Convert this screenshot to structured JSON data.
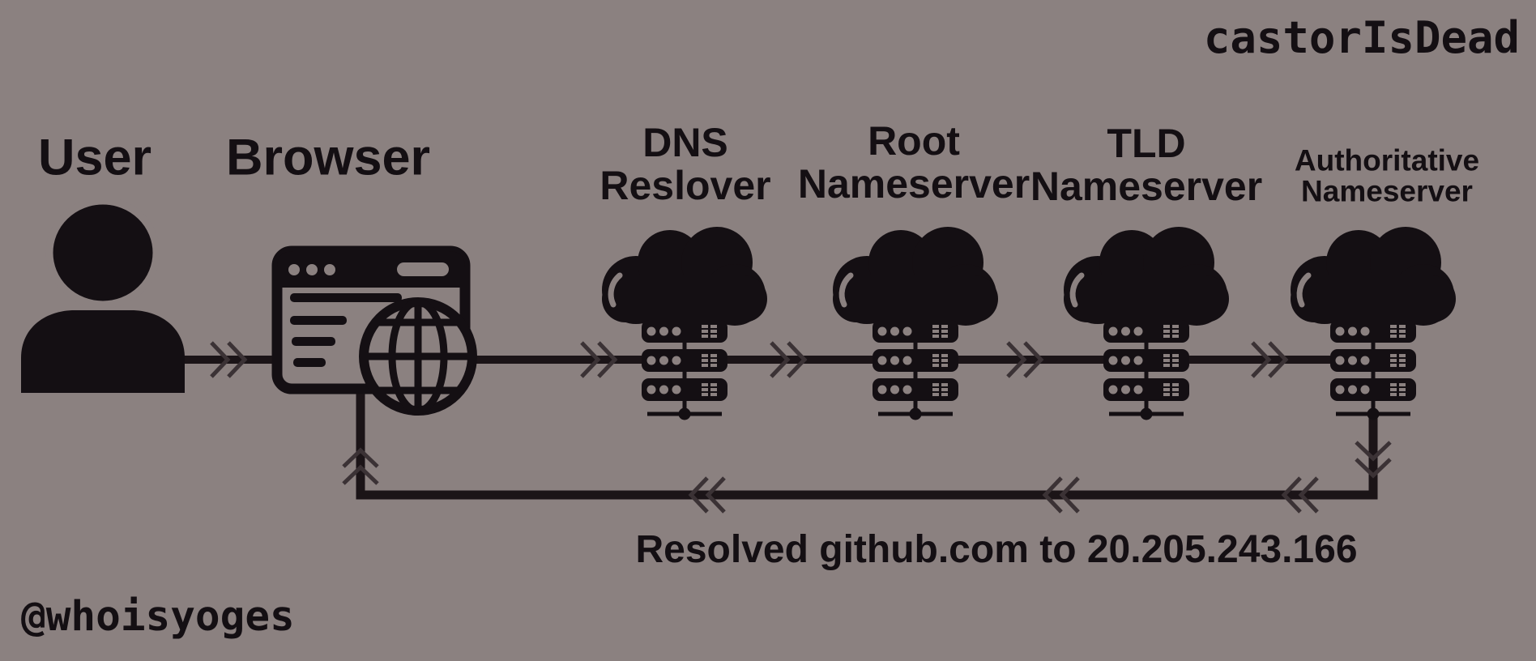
{
  "watermarks": {
    "top_right": "castorIsDead",
    "bottom_left": "@whoisyoges"
  },
  "actors": {
    "user": "User",
    "browser": "Browser"
  },
  "servers": [
    {
      "line1": "DNS",
      "line2": "Reslover"
    },
    {
      "line1": "Root",
      "line2": "Nameserver"
    },
    {
      "line1": "TLD",
      "line2": "Nameserver"
    },
    {
      "line1": "Authoritative",
      "line2": "Nameserver"
    }
  ],
  "caption": "Resolved github.com to 20.205.243.166",
  "colors": {
    "background": "#8b8180",
    "ink": "#140f13",
    "line": "#1b1417",
    "arrow": "#3b3235"
  }
}
